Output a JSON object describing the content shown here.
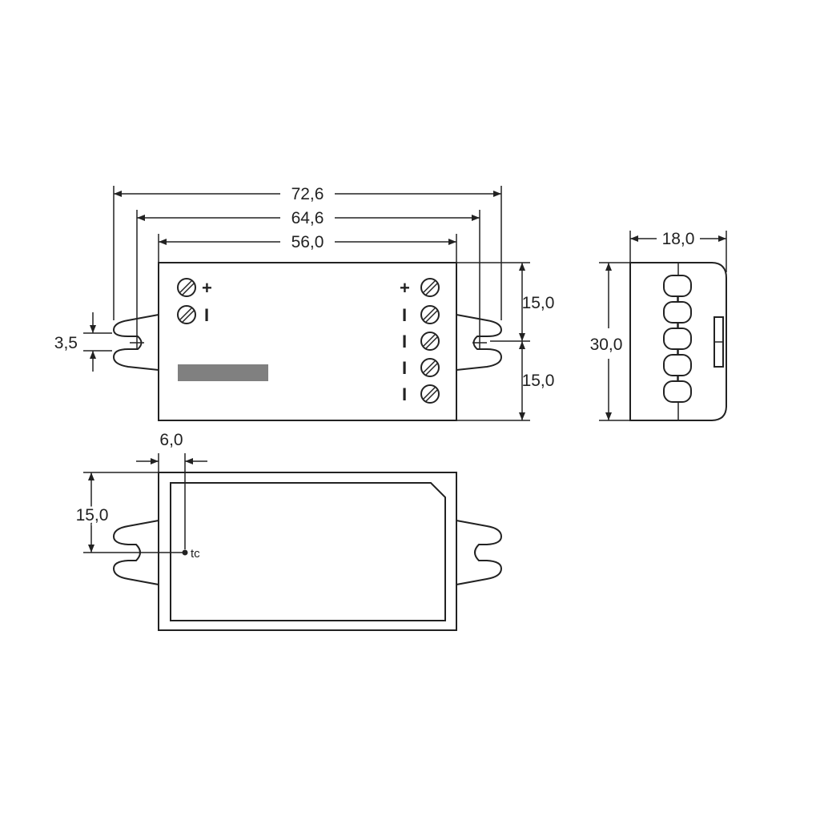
{
  "dimensions": {
    "overall_length": "72,6",
    "mounting_hole_spacing": "64,6",
    "body_length": "56,0",
    "hole_slot": "3,5",
    "upper_half_height": "15,0",
    "lower_half_height": "15,0",
    "total_height": "30,0",
    "depth": "18,0",
    "tc_offset_x": "6,0",
    "tc_offset_y": "15,0"
  },
  "input_terminals": [
    "+",
    "I"
  ],
  "output_terminals": [
    "+",
    "I",
    "I",
    "I",
    "I"
  ],
  "tc_label": "tc",
  "colors": {
    "line": "#222222",
    "label_bar": "#808080",
    "background": "#ffffff"
  }
}
